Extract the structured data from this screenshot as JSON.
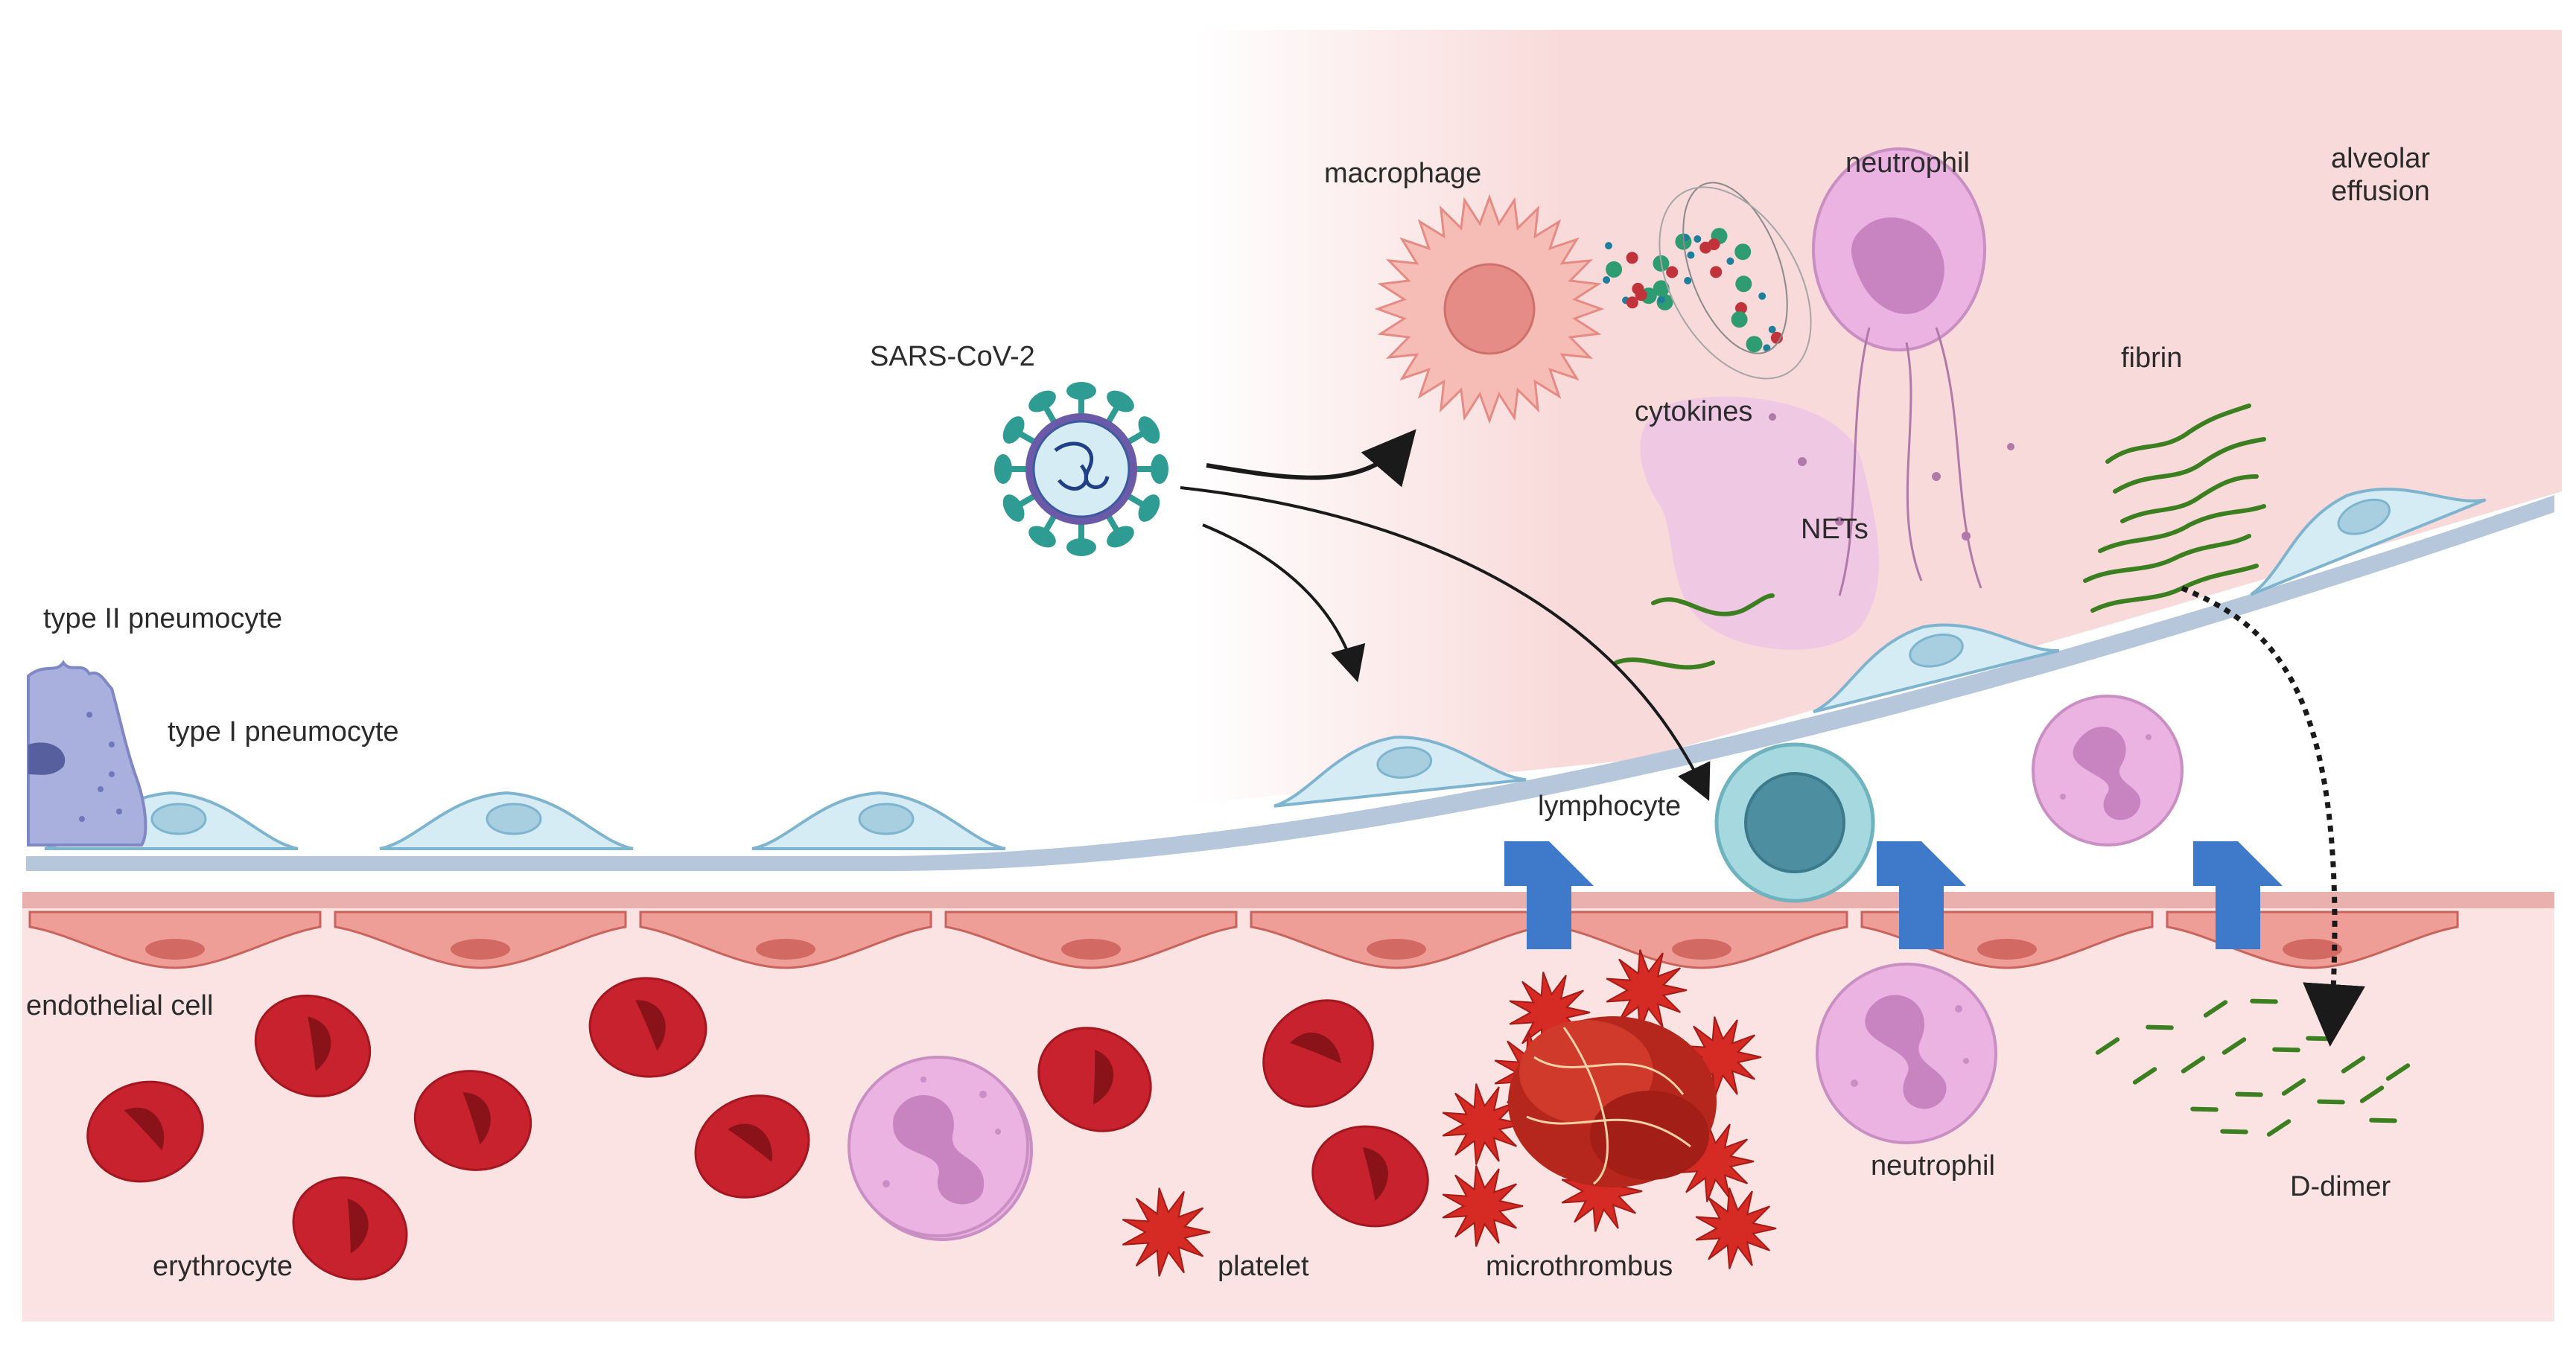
{
  "labels": {
    "macrophage": "macrophage",
    "neutrophil_alveolar": "neutrophil",
    "alveolar_effusion": "alveolar\neffusion",
    "sars_cov_2": "SARS-CoV-2",
    "cytokines": "cytokines",
    "fibrin": "fibrin",
    "nets": "NETs",
    "type_ii_pneumocyte": "type II pneumocyte",
    "type_i_pneumocyte": "type I pneumocyte",
    "lymphocyte": "lymphocyte",
    "endothelial_cell": "endothelial cell",
    "neutrophil_vessel": "neutrophil",
    "d_dimer": "D-dimer",
    "erythrocyte": "erythrocyte",
    "platelet": "platelet",
    "microthrombus": "microthrombus"
  },
  "colors": {
    "alveolar_effusion_fill": "#f9d9d9",
    "vessel_fill": "#fbe3e3",
    "endothelium": "#ee9a94",
    "erythrocyte": "#c9222e",
    "pneumocyte": "#d4ebf4",
    "basement_membrane": "#b9cadd",
    "migration_arrow": "#3d78c7",
    "fibrin": "#3b7e1f",
    "neutrophil": "#eab1e0",
    "lymphocyte": "#9dd3da",
    "virus": "#2e9c93",
    "platelet": "#d62a24"
  }
}
